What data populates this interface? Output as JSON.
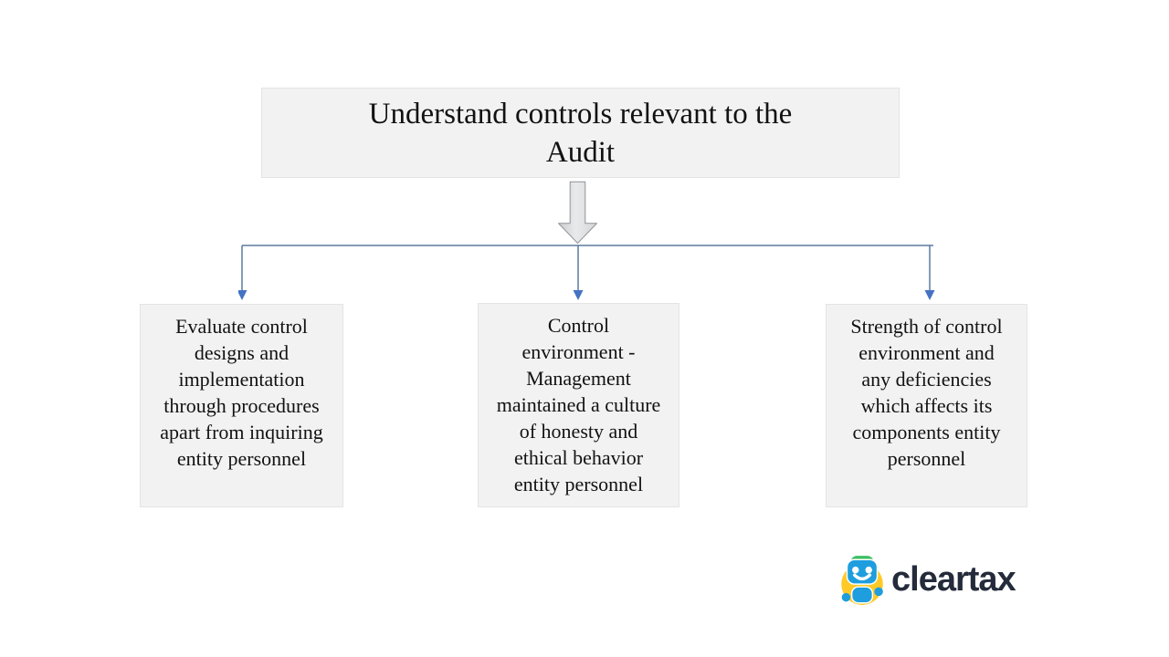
{
  "title": {
    "lines": [
      "Understand controls relevant to the",
      "Audit"
    ]
  },
  "boxes": [
    {
      "id": "evaluate-controls",
      "lines": [
        "Evaluate control",
        "designs and",
        "implementation",
        "through procedures",
        "apart from inquiring",
        "entity personnel"
      ]
    },
    {
      "id": "control-environment",
      "lines": [
        "Control",
        "environment -",
        "Management",
        "maintained a culture",
        "of honesty and",
        "ethical behavior",
        "entity personnel"
      ]
    },
    {
      "id": "strength-of-environment",
      "lines": [
        "Strength of control",
        "environment and",
        "any deficiencies",
        "which affects its",
        "components entity",
        "personnel"
      ]
    }
  ],
  "logo": {
    "brand": "cleartax",
    "icon": "robot-icon"
  },
  "colors": {
    "box_fill": "#f2f2f2",
    "box_border": "#e4e4e4",
    "connector_line": "#5b7a9d",
    "arrowhead": "#4472c4",
    "block_arrow_fill_light": "#e9eaec",
    "block_arrow_fill_dark": "#c9cccf",
    "block_arrow_border": "#8e9398",
    "text": "#121212",
    "brand_navy": "#242b3a",
    "robot_yellow": "#ffc928",
    "robot_blue": "#1e9ede",
    "robot_green": "#3cc065",
    "page_bg": "#ffffff"
  }
}
